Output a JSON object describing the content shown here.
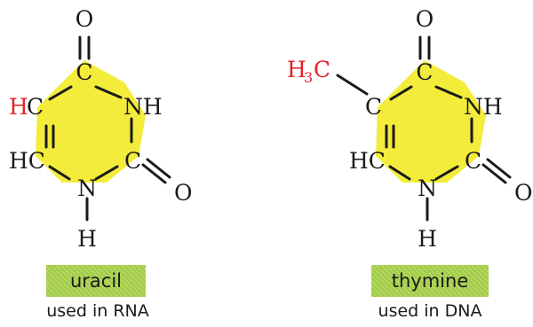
{
  "colors": {
    "ring_fill": "#f3ec3a",
    "highlight_text": "#e4202a",
    "name_box": "#a8d24a"
  },
  "uracil": {
    "atoms": {
      "o_top": "O",
      "c_top": "C",
      "nh": "NH",
      "hc_upper_h": "H",
      "hc_upper_c": "C",
      "hc_lower": "HC",
      "c_right": "C",
      "o_right": "O",
      "n_bottom": "N",
      "h_bottom": "H"
    },
    "name": "uracil",
    "caption": "used in RNA"
  },
  "thymine": {
    "atoms": {
      "o_top": "O",
      "c_top": "C",
      "nh": "NH",
      "methyl_h": "H",
      "methyl_sub": "3",
      "methyl_c": "C",
      "c_left": "C",
      "hc_lower": "HC",
      "c_right": "C",
      "o_right": "O",
      "n_bottom": "N",
      "h_bottom": "H"
    },
    "name": "thymine",
    "caption": "used in DNA"
  }
}
